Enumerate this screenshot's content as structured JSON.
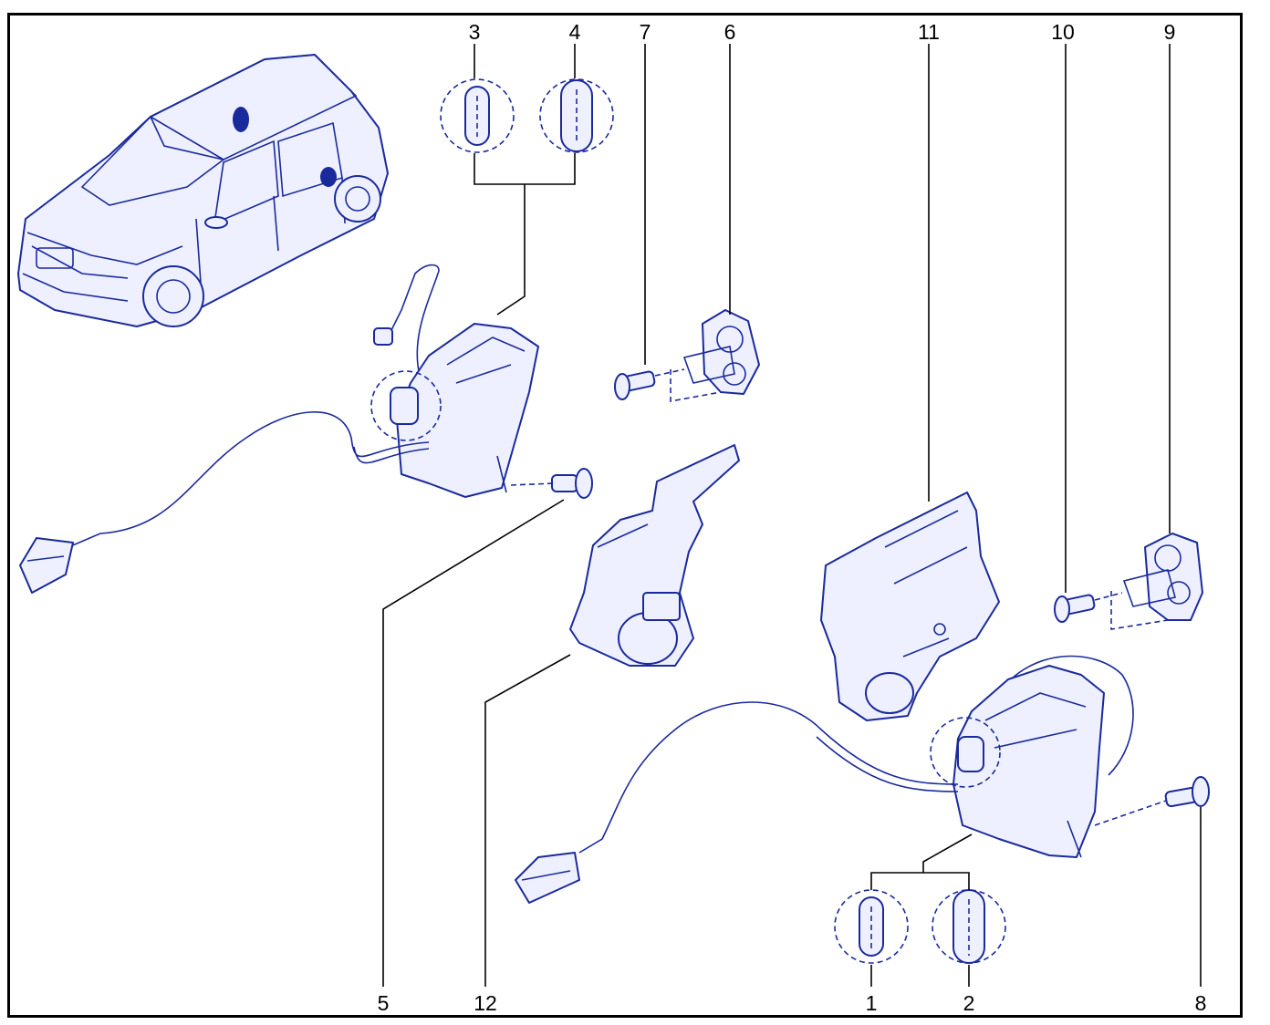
{
  "callouts": {
    "c1": "1",
    "c2": "2",
    "c3": "3",
    "c4": "4",
    "c5": "5",
    "c6": "6",
    "c7": "7",
    "c8": "8",
    "c9": "9",
    "c10": "10",
    "c11": "11",
    "c12": "12"
  },
  "colors": {
    "drawing": "#1a2a9c",
    "fill": "#eef0ff",
    "leader": "#000000",
    "highlight": "#1a2a9c"
  },
  "icons": [
    "car-icon",
    "front-lock-mechanism-icon",
    "rear-lock-mechanism-icon",
    "striker-icon",
    "screw-icon",
    "connector-icon",
    "trim-cover-icon"
  ]
}
